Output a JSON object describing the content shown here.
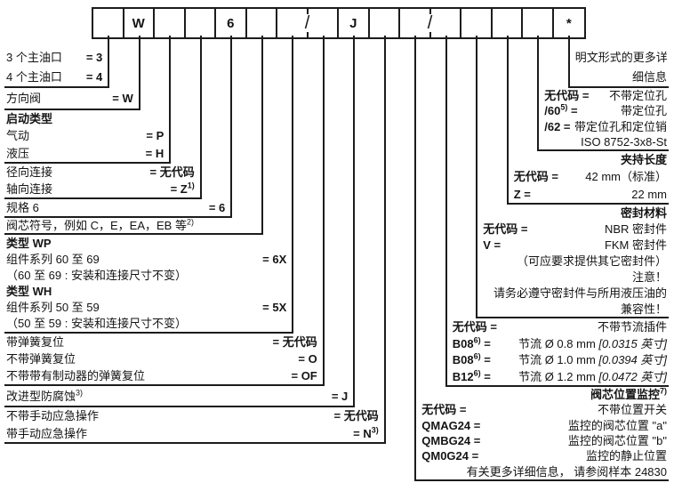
{
  "colors": {
    "line": "#1c1c1c",
    "text": "#141414",
    "background": "#ffffff"
  },
  "code_boxes": [
    {
      "text": "",
      "span": 1
    },
    {
      "text": "W",
      "span": 1
    },
    {
      "text": "",
      "span": 1
    },
    {
      "text": "",
      "span": 1
    },
    {
      "text": "6",
      "span": 1
    },
    {
      "text": "",
      "span": 1
    },
    {
      "text": "/",
      "span": 2
    },
    {
      "text": "J",
      "span": 1
    },
    {
      "text": "",
      "span": 1
    },
    {
      "text": "/",
      "span": 2
    },
    {
      "text": "",
      "span": 1
    },
    {
      "text": "",
      "span": 1
    },
    {
      "text": "",
      "span": 1
    },
    {
      "text": "*",
      "span": 1
    }
  ],
  "left_blocks": [
    {
      "rows": [
        {
          "label": "3 个主油口",
          "value": "= 3"
        },
        {
          "label": "4 个主油口",
          "value": "= 4"
        }
      ]
    },
    {
      "rows": [
        {
          "label": "方向阀",
          "value": "= W"
        }
      ]
    },
    {
      "rows": [
        {
          "label": "启动类型",
          "bold": true
        },
        {
          "label": "气动",
          "value": "= P"
        },
        {
          "label": "液压",
          "value": "= H"
        }
      ]
    },
    {
      "rows": [
        {
          "label": "径向连接",
          "value": "= 无代码"
        },
        {
          "label": "轴向连接",
          "value": "= Z",
          "vsup": "1)"
        }
      ]
    },
    {
      "rows": [
        {
          "label": "规格 6",
          "value": "= 6"
        }
      ]
    },
    {
      "rows": [
        {
          "label": "阀芯符号，例如 C，E，EA，EB 等",
          "lsup": "2)"
        }
      ]
    },
    {
      "rows": [
        {
          "label": "类型 WP",
          "bold": true
        },
        {
          "label": "组件系列 60 至 69",
          "value": "= 6X"
        },
        {
          "label": "（60 至 69 : 安装和连接尺寸不变）"
        },
        {
          "label": "类型 WH",
          "bold": true
        },
        {
          "label": "组件系列 50 至 59",
          "value": "= 5X"
        },
        {
          "label": "（50 至 59 : 安装和连接尺寸不变）"
        }
      ]
    },
    {
      "rows": [
        {
          "label": "带弹簧复位",
          "value": "= 无代码"
        },
        {
          "label": "不带弹簧复位",
          "value": "= O"
        },
        {
          "label": "不带带有制动器的弹簧复位",
          "value": "= OF"
        }
      ]
    },
    {
      "rows": [
        {
          "label": "改进型防腐蚀",
          "lsup": "3)",
          "value": "= J"
        }
      ]
    },
    {
      "rows": [
        {
          "label": "不带手动应急操作",
          "value": "= 无代码"
        },
        {
          "label": "带手动应急操作",
          "value": "= N",
          "vsup": "3)"
        }
      ]
    }
  ],
  "right_blocks": [
    {
      "rows": [
        {
          "desc": "明文形式的更多详"
        },
        {
          "desc": "细信息"
        }
      ]
    },
    {
      "rows": [
        {
          "code": "无代码 =",
          "desc": "不带定位孔"
        },
        {
          "code": "/60",
          "csup": "5)",
          "ceq": " =",
          "desc": "带定位孔"
        },
        {
          "code": "/62 =",
          "desc": "带定位孔和定位销"
        },
        {
          "desc": "ISO 8752-3x8-St"
        }
      ]
    },
    {
      "rows": [
        {
          "desc": "夹持长度",
          "header": true
        },
        {
          "code": "无代码 =",
          "desc": "42 mm（标准）"
        },
        {
          "code": "Z =",
          "desc": "22 mm"
        }
      ]
    },
    {
      "rows": [
        {
          "desc": "密封材料",
          "header": true
        },
        {
          "code": "无代码 =",
          "desc": "NBR 密封件"
        },
        {
          "code": "V =",
          "desc": "FKM 密封件"
        },
        {
          "desc": "（可应要求提供其它密封件）"
        },
        {
          "desc": "注意！"
        },
        {
          "desc": "请务必遵守密封件与所用液压油的"
        },
        {
          "desc": "兼容性！"
        }
      ]
    },
    {
      "rows": [
        {
          "code": "无代码 =",
          "desc": "不带节流插件"
        },
        {
          "code": "B08",
          "csup": "6)",
          "ceq": " =",
          "desc": "节流 Ø 0.8 mm ",
          "ital": "[0.0315 英寸]"
        },
        {
          "code": "B08",
          "csup": "6)",
          "ceq": " =",
          "desc": "节流 Ø 1.0 mm ",
          "ital": "[0.0394 英寸]"
        },
        {
          "code": "B12",
          "csup": "6)",
          "ceq": " =",
          "desc": "节流 Ø 1.2 mm ",
          "ital": "[0.0472 英寸]"
        }
      ]
    },
    {
      "rows": [
        {
          "desc": "阀芯位置监控",
          "dsup": "7)",
          "header": true
        },
        {
          "code": "无代码 =",
          "desc": "不带位置开关"
        },
        {
          "code": "QMAG24 =",
          "desc": "监控的阀芯位置 \"a\""
        },
        {
          "code": "QMBG24 =",
          "desc": "监控的阀芯位置 \"b\""
        },
        {
          "code": "QM0G24 =",
          "desc": "监控的静止位置"
        },
        {
          "desc": "有关更多详细信息， 请参阅样本 24830"
        }
      ]
    }
  ]
}
